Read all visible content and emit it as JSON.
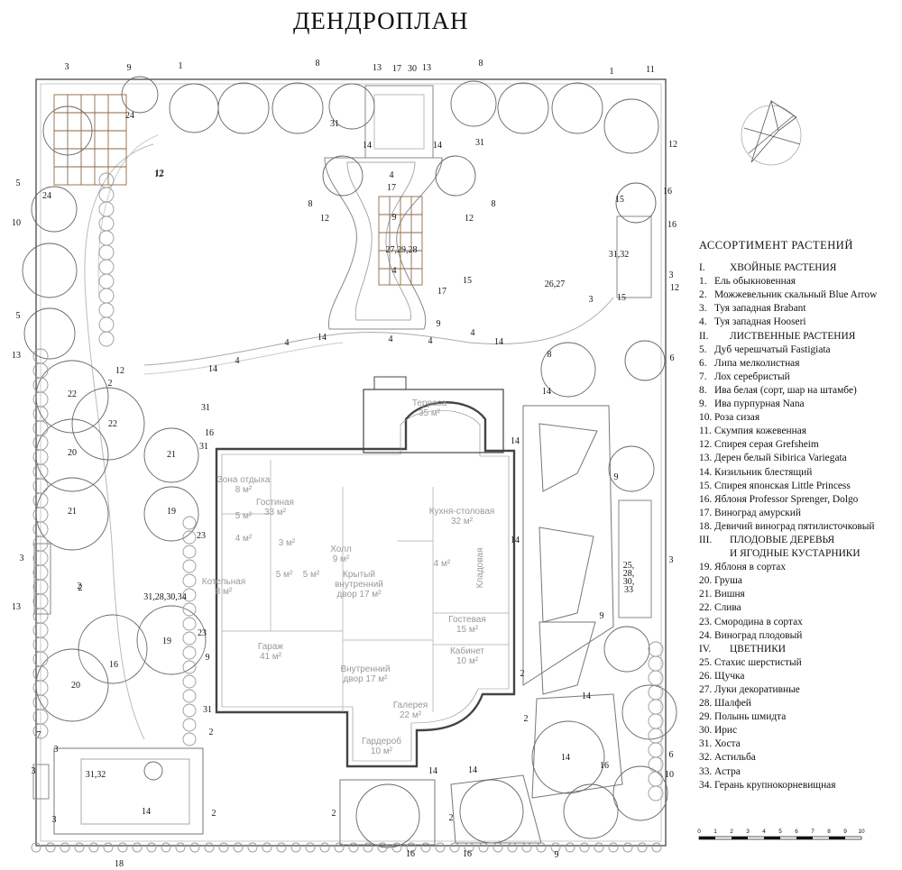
{
  "title": "ДЕНДРОПЛАН",
  "legend_title": "АССОРТИМЕНТ РАСТЕНИЙ",
  "legend": [
    {
      "num": "I.",
      "text": "ХВОЙНЫЕ РАСТЕНИЯ",
      "cat": true
    },
    {
      "num": "1.",
      "text": "Ель обыкновенная"
    },
    {
      "num": "2.",
      "text": "Можжевельник скальный Blue Arrow"
    },
    {
      "num": "3.",
      "text": "Туя западная Brabant"
    },
    {
      "num": "4.",
      "text": "Туя западная Hooseri"
    },
    {
      "num": "II.",
      "text": "ЛИСТВЕННЫЕ РАСТЕНИЯ",
      "cat": true
    },
    {
      "num": "5.",
      "text": "Дуб черешчатый Fastigiata"
    },
    {
      "num": "6.",
      "text": "Липа мелколистная"
    },
    {
      "num": "7.",
      "text": "Лох серебристый"
    },
    {
      "num": "8.",
      "text": "Ива белая (сорт, шар на штамбе)"
    },
    {
      "num": "9.",
      "text": "Ива пурпурная Nana"
    },
    {
      "num": "10.",
      "text": "Роза сизая"
    },
    {
      "num": "11.",
      "text": "Скумпия кожевенная"
    },
    {
      "num": "12.",
      "text": "Спирея серая Grefsheim"
    },
    {
      "num": "13.",
      "text": "Дерен белый Sibirica Variegata"
    },
    {
      "num": "14.",
      "text": "Кизильник блестящий"
    },
    {
      "num": "15.",
      "text": "Спирея японская Little Princess"
    },
    {
      "num": "16.",
      "text": "Яблоня Professor Sprenger, Dolgo"
    },
    {
      "num": "17.",
      "text": "Виноград амурский"
    },
    {
      "num": "18.",
      "text": "Девичий виноград пятилисточковый"
    },
    {
      "num": "III.",
      "text": "ПЛОДОВЫЕ ДЕРЕВЬЯ",
      "cat": true
    },
    {
      "num": "",
      "text": "И ЯГОДНЫЕ КУСТАРНИКИ",
      "cat": true,
      "indent": true
    },
    {
      "num": "19.",
      "text": "Яблоня в сортах"
    },
    {
      "num": "20.",
      "text": "Груша"
    },
    {
      "num": "21.",
      "text": "Вишня"
    },
    {
      "num": "22.",
      "text": "Слива"
    },
    {
      "num": "23.",
      "text": "Смородина в сортах"
    },
    {
      "num": "24.",
      "text": "Виноград плодовый"
    },
    {
      "num": "IV.",
      "text": "ЦВЕТНИКИ",
      "cat": true
    },
    {
      "num": "25.",
      "text": "Стахис шерстистый"
    },
    {
      "num": "26.",
      "text": "Щучка"
    },
    {
      "num": "27.",
      "text": "Луки декоративные"
    },
    {
      "num": "28.",
      "text": "Шалфей"
    },
    {
      "num": "29.",
      "text": "Полынь шмидта"
    },
    {
      "num": "30.",
      "text": "Ирис"
    },
    {
      "num": "31.",
      "text": "Хоста"
    },
    {
      "num": "32.",
      "text": "Астильба"
    },
    {
      "num": "33.",
      "text": "Астра"
    },
    {
      "num": "34.",
      "text": "Герань крупнокорневищная"
    }
  ],
  "rooms": [
    "Терраса\n35 м²",
    "Зона отдыха\n8 м²",
    "Гостиная\n33 м²",
    "Кухня-столовая\n32 м²",
    "Холл\n9 м²",
    "Крытый\nвнутренний\nдвор 17 м²",
    "Котельная\n8 м²",
    "Гараж\n41 м²",
    "Внутренний\nдвор 17 м²",
    "Гостевая\n15 м²",
    "Кабинет\n10 м²",
    "Галерея\n22 м²",
    "Гардероб\n10 м²",
    "Кладовая",
    "5 м²",
    "4 м²",
    "3 м²",
    "5 м²",
    "5 м²",
    "4 м²"
  ],
  "plant_labels": [
    "1",
    "1",
    "3",
    "9",
    "24",
    "8",
    "13",
    "17",
    "30",
    "13",
    "8",
    "11",
    "31",
    "14",
    "14",
    "31",
    "12",
    "4",
    "17",
    "8",
    "12",
    "9",
    "12",
    "8",
    "12",
    "27,29,28",
    "4",
    "17",
    "9",
    "15",
    "5",
    "24",
    "10",
    "5",
    "13",
    "12",
    "2",
    "22",
    "22",
    "20",
    "21",
    "16",
    "31",
    "31",
    "21",
    "19",
    "23",
    "4",
    "14",
    "4",
    "14",
    "4",
    "4",
    "14",
    "4",
    "2",
    "31,28,30,34",
    "23",
    "19",
    "9",
    "16",
    "20",
    "13",
    "3",
    "2",
    "7",
    "31",
    "2",
    "3",
    "3",
    "31,32",
    "3",
    "14",
    "2",
    "18",
    "26,27",
    "3",
    "16",
    "3",
    "31,32",
    "12",
    "15",
    "16",
    "12",
    "15",
    "8",
    "6",
    "14",
    "14",
    "14",
    "14",
    "9",
    "25,\n28,\n30,\n33",
    "3",
    "9",
    "2",
    "2",
    "14",
    "16",
    "6",
    "10",
    "14",
    "14",
    "2",
    "16",
    "2",
    "16",
    "9"
  ],
  "scale": {
    "ticks": [
      "0",
      "1",
      "2",
      "3",
      "4",
      "5",
      "6",
      "7",
      "8",
      "9",
      "10"
    ]
  },
  "compass": {
    "icon": "north-arrow-icon"
  }
}
